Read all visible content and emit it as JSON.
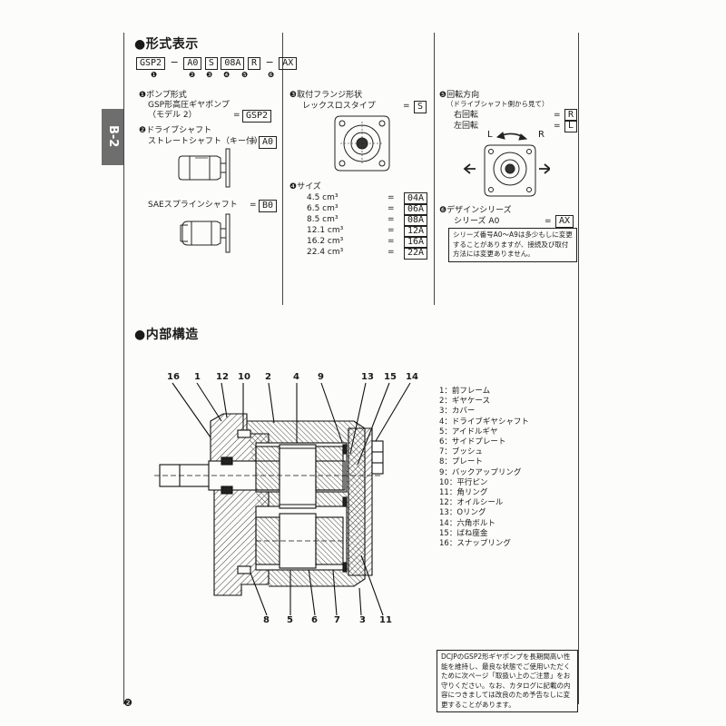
{
  "tab": {
    "label": "B-2"
  },
  "sections": {
    "model_code": "●形式表示",
    "internal": "●内部構造"
  },
  "model_code": {
    "boxes": [
      "GSP2",
      "A0",
      "S",
      "08A",
      "R",
      "AX"
    ],
    "markers": [
      "❶",
      "❷",
      "❸",
      "❹",
      "❺",
      "❻"
    ]
  },
  "item1": {
    "title": "❶ポンプ形式",
    "line1": "GSP形高圧ギヤポンプ",
    "line2": "（モデル 2）",
    "code": "GSP2"
  },
  "item2": {
    "title": "❷ドライブシャフト",
    "straight_label": "ストレートシャフト（キー付）",
    "straight_code": "A0",
    "sae_label": "SAEスプラインシャフト",
    "sae_code": "B0"
  },
  "item3": {
    "title": "❸取付フランジ形状",
    "label": "レックスロスタイプ",
    "code": "S"
  },
  "item4": {
    "title": "❹サイズ",
    "sizes": [
      {
        "disp": "4.5 cm³",
        "code": "04A"
      },
      {
        "disp": "6.5 cm³",
        "code": "06A"
      },
      {
        "disp": "8.5 cm³",
        "code": "08A"
      },
      {
        "disp": "12.1 cm³",
        "code": "12A"
      },
      {
        "disp": "16.2 cm³",
        "code": "16A"
      },
      {
        "disp": "22.4 cm³",
        "code": "22A"
      }
    ]
  },
  "item5": {
    "title": "❺回転方向",
    "subtitle": "（ドライブシャフト側から見て）",
    "right_label": "右回転",
    "right_code": "R",
    "left_label": "左回転",
    "left_code": "L",
    "arrow_l": "L",
    "arrow_r": "R"
  },
  "item6": {
    "title": "❻デザインシリーズ",
    "label": "シリーズ A0",
    "code": "AX",
    "note": "シリーズ番号A0〜A9は多少もしに変更することがありますが、接続及び取付方法には変更ありません。"
  },
  "eq": "=",
  "section_diagram_numbers": {
    "top": [
      "16",
      "1",
      "12",
      "10",
      "2",
      "4",
      "9",
      "13",
      "15",
      "14"
    ],
    "bottom": [
      "8",
      "5",
      "6",
      "7",
      "3",
      "11"
    ]
  },
  "parts": [
    "1：前フレーム",
    "2：ギヤケース",
    "3：カバー",
    "4：ドライブギヤシャフト",
    "5：アイドルギヤ",
    "6：サイドプレート",
    "7：ブッシュ",
    "8：プレート",
    "9：バックアップリング",
    "10：平行ピン",
    "11：角リング",
    "12：オイルシール",
    "13：Oリング",
    "14：六角ボルト",
    "15：ばね座金",
    "16：スナップリング"
  ],
  "bottom_note": "DCJPのGSP2形ギヤポンプを長期間高い性能を維持し、最良な状態でご使用いただくために次ページ「取扱い上のご注意」をお守りください。なお、カタログに記載の内容につきましては改良のため予告なしに変更することがあります。",
  "page_number": "❷"
}
